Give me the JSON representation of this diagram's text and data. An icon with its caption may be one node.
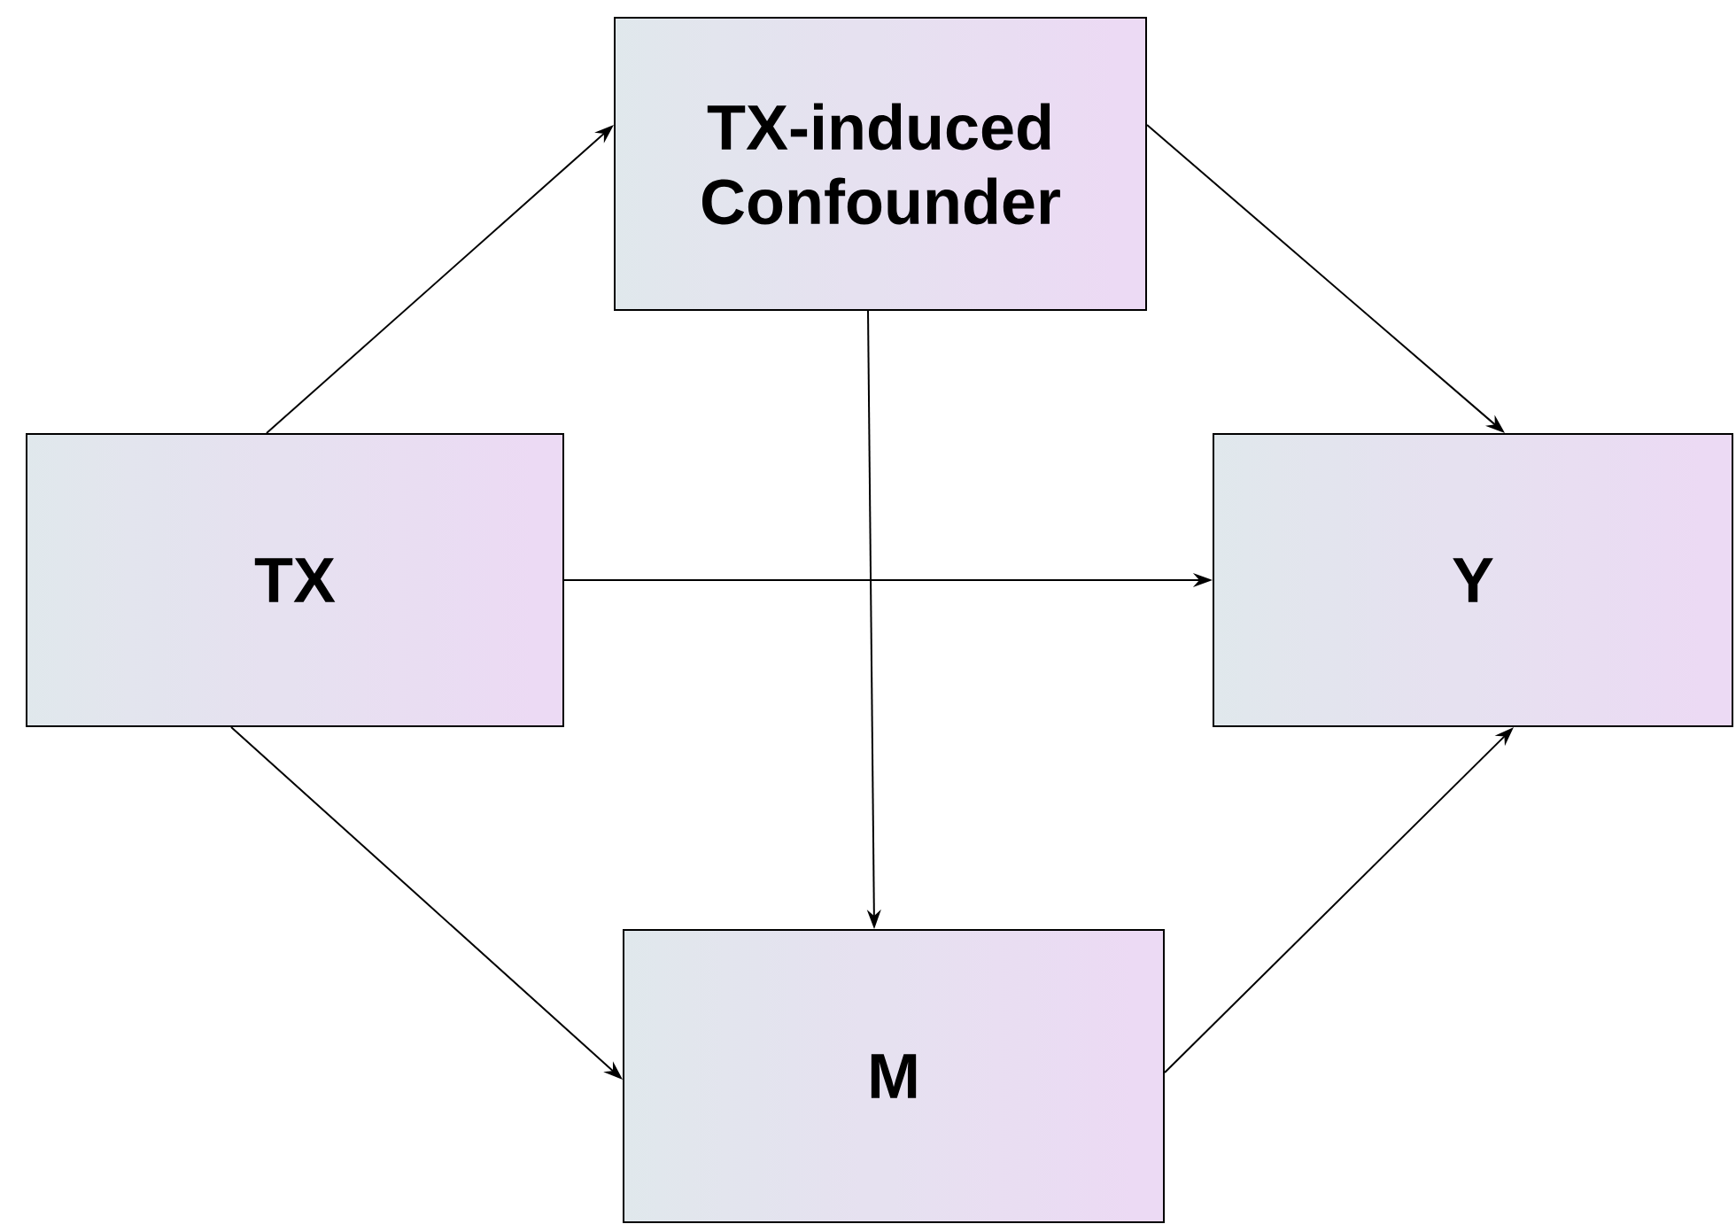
{
  "diagram": {
    "nodes": [
      {
        "text": [
          "TX-induced Confounder"
        ]
      },
      {
        "text": [
          "TX"
        ]
      },
      {
        "text": [
          "Y"
        ]
      },
      {
        "text": [
          "M"
        ]
      }
    ],
    "edges": [
      {
        "from": 1,
        "to": 0,
        "arrow": "to"
      },
      {
        "from": 0,
        "to": 2,
        "arrow": "to"
      },
      {
        "from": 1,
        "to": 2,
        "arrow": "to"
      },
      {
        "from": 0,
        "to": 3,
        "arrow": "to"
      },
      {
        "from": 1,
        "to": 3,
        "arrow": "to"
      },
      {
        "from": 3,
        "to": 2,
        "arrow": "to"
      }
    ]
  }
}
